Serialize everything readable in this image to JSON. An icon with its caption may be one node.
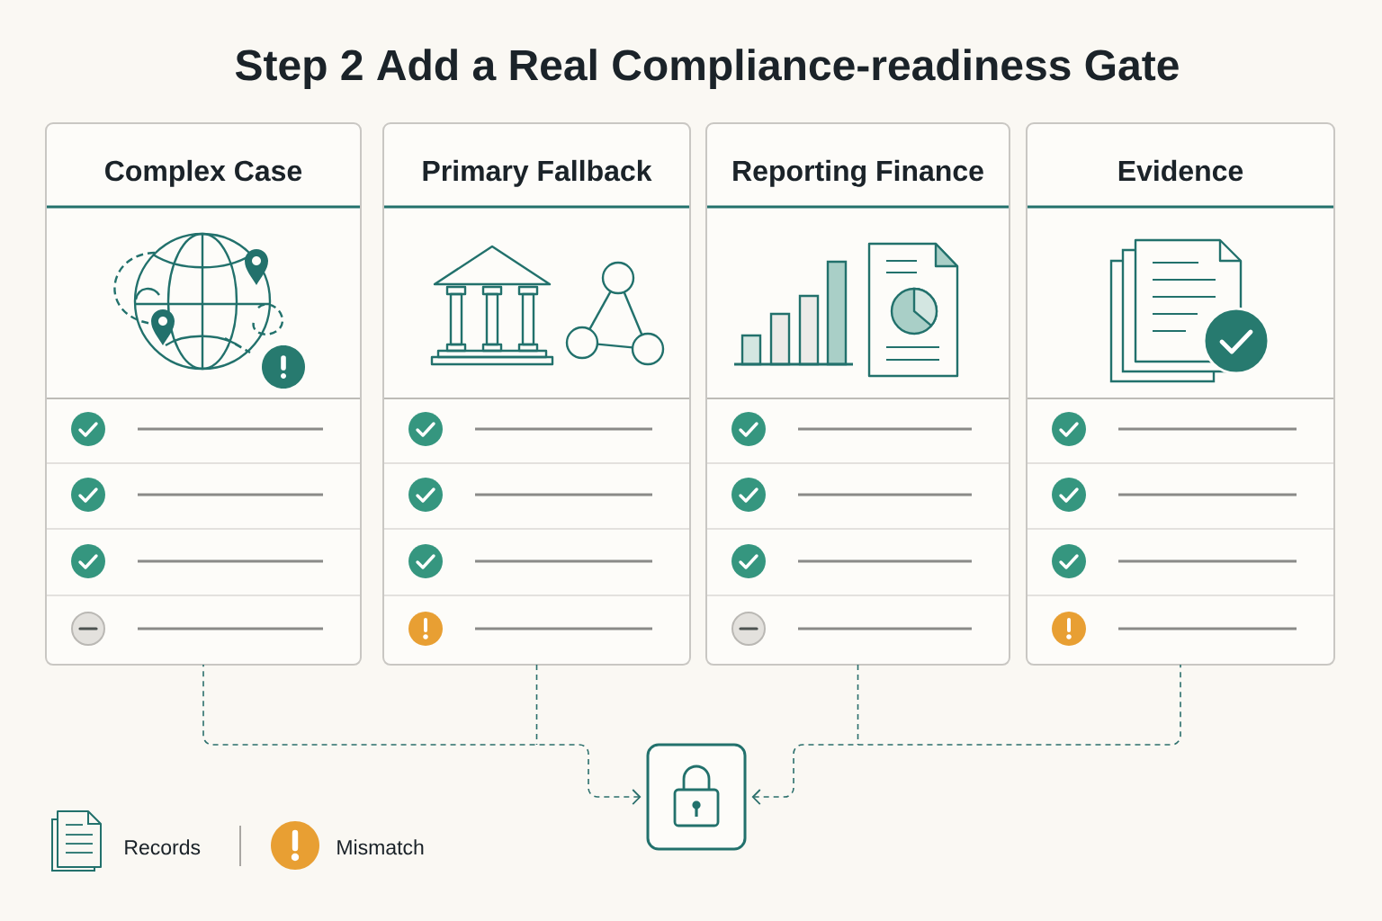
{
  "diagram": {
    "title": "Step 2 Add a Real Compliance-readiness Gate",
    "nodes": [
      {
        "text": [
          "Complex Case"
        ]
      },
      {
        "text": [
          "Primary Fallback"
        ]
      },
      {
        "text": [
          "Reporting Finance"
        ]
      },
      {
        "text": [
          "Evidence"
        ]
      },
      {
        "text": [],
        "shape": "box"
      }
    ],
    "edges": [
      {
        "from": 0,
        "to": 4,
        "arrow": "to",
        "style": "dashed"
      },
      {
        "from": 1,
        "to": 4,
        "arrow": "to",
        "style": "dashed"
      },
      {
        "from": 2,
        "to": 4,
        "arrow": "to",
        "style": "dashed"
      },
      {
        "from": 3,
        "to": 4,
        "arrow": "to",
        "style": "dashed"
      }
    ],
    "legend": [
      {
        "text": "Records"
      },
      {
        "text": "Mismatch",
        "color": "#e89f33"
      }
    ]
  }
}
